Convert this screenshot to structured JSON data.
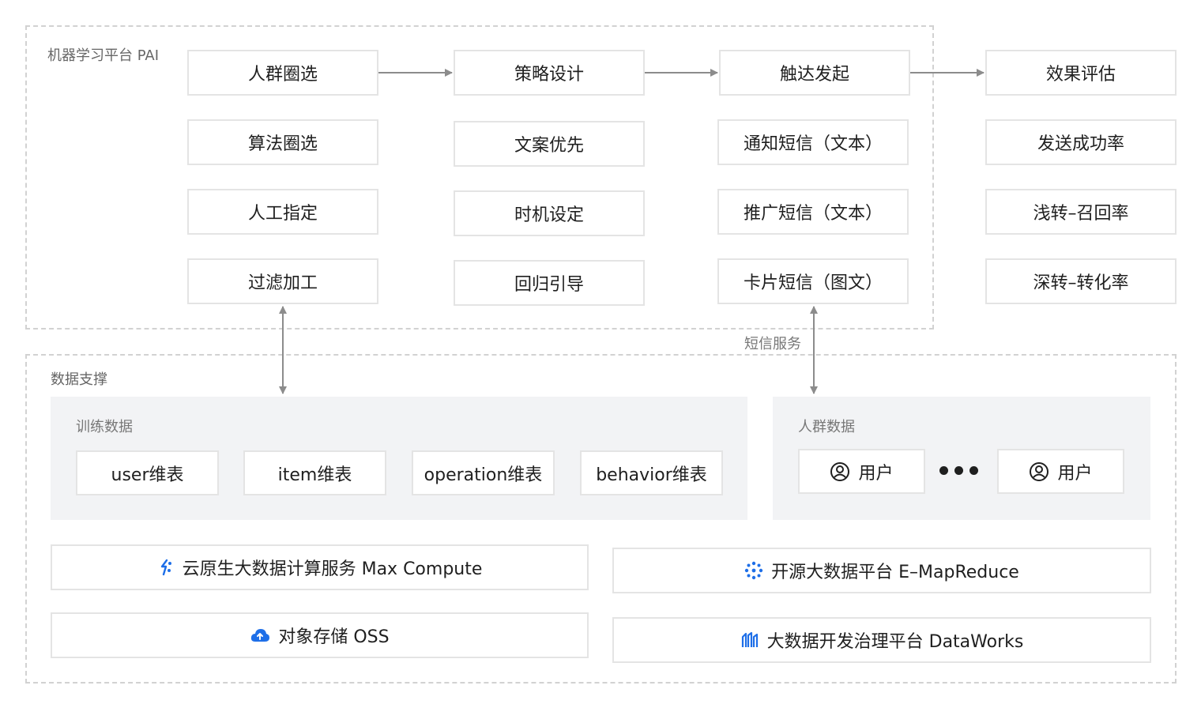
{
  "pai_platform": {
    "label": "机器学习平台 PAI",
    "columns": [
      {
        "header": "人群圈选",
        "items": [
          "算法圈选",
          "人工指定",
          "过滤加工"
        ]
      },
      {
        "header": "策略设计",
        "items": [
          "文案优先",
          "时机设定",
          "回归引导"
        ]
      },
      {
        "header": "触达发起",
        "items": [
          "通知短信（文本）",
          "推广短信（文本）",
          "卡片短信（图文）"
        ]
      }
    ]
  },
  "evaluation": {
    "header": "效果评估",
    "items": [
      "发送成功率",
      "浅转–召回率",
      "深转–转化率"
    ]
  },
  "sms_service_label": "短信服务",
  "data_support": {
    "label": "数据支撑",
    "training": {
      "label": "训练数据",
      "tables": [
        "user维表",
        "item维表",
        "operation维表",
        "behavior维表"
      ]
    },
    "crowd": {
      "label": "人群数据",
      "user_label": "用户"
    },
    "services": {
      "maxcompute": "云原生大数据计算服务 Max Compute",
      "emr": "开源大数据平台 E–MapReduce",
      "oss": "对象存储 OSS",
      "dataworks": "大数据开发治理平台 DataWorks"
    }
  },
  "colors": {
    "accent": "#1e6fe8",
    "arrow": "#8c8c8c",
    "border": "#e4e4e4",
    "dashed": "#d2d2d2",
    "panel": "#f2f3f5"
  },
  "icons": [
    "maxcompute-icon",
    "emr-icon",
    "oss-cloud-icon",
    "dataworks-icon",
    "user-circle-icon"
  ]
}
